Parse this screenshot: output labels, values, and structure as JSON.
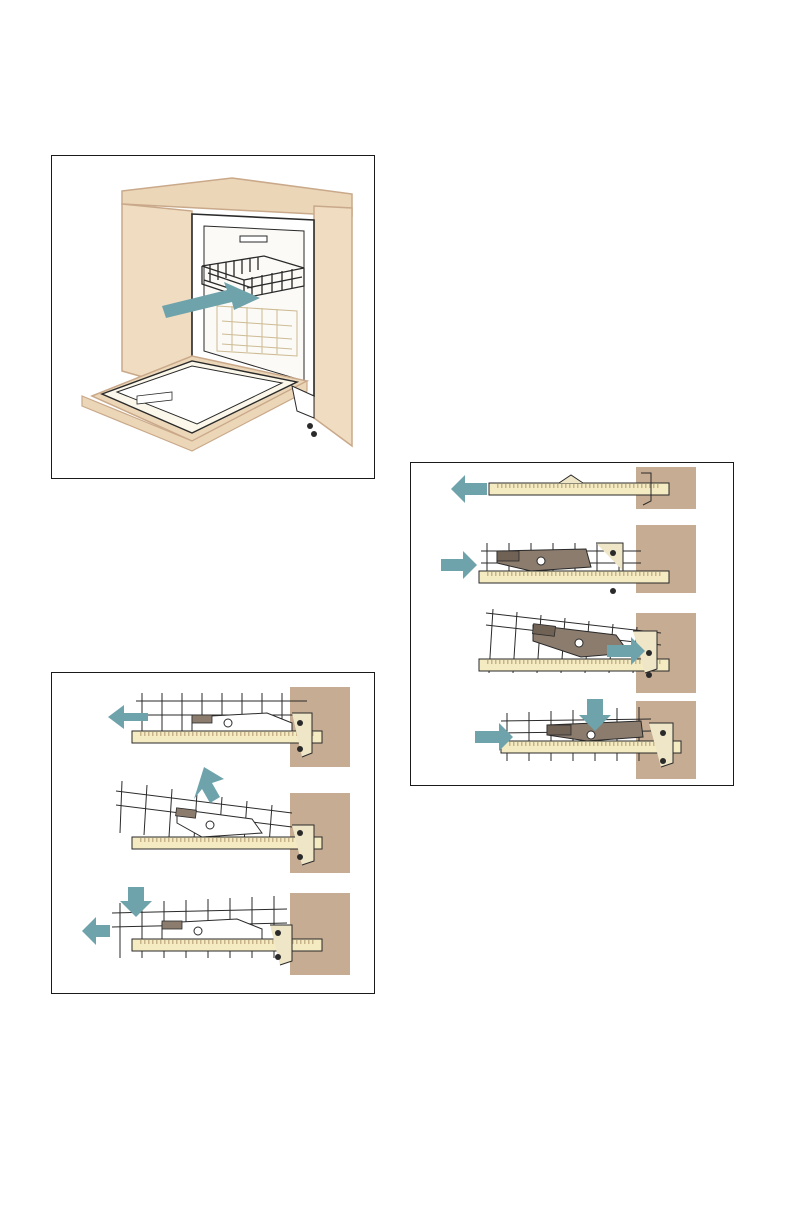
{
  "page": {
    "figures": [
      {
        "id": "fig1",
        "icon": "dishwasher-upper-rack-pull-out-illustration"
      },
      {
        "id": "fig2",
        "icon": "rack-removal-sequence-illustration"
      },
      {
        "id": "fig3",
        "icon": "rack-reinsertion-sequence-illustration"
      }
    ]
  },
  "colors": {
    "arrow": "#6fa3ab",
    "cabinet": "#ecd6b8",
    "cabinet_edge": "#c9a98a",
    "wall_panel": "#c6ac92",
    "rail": "#f4ebc2",
    "rail_tooth": "#c8b48a",
    "bracket": "#efe6c8",
    "latch": "#8b7c6e",
    "line": "#2a2a2a",
    "wire": "#d9cfa8"
  }
}
